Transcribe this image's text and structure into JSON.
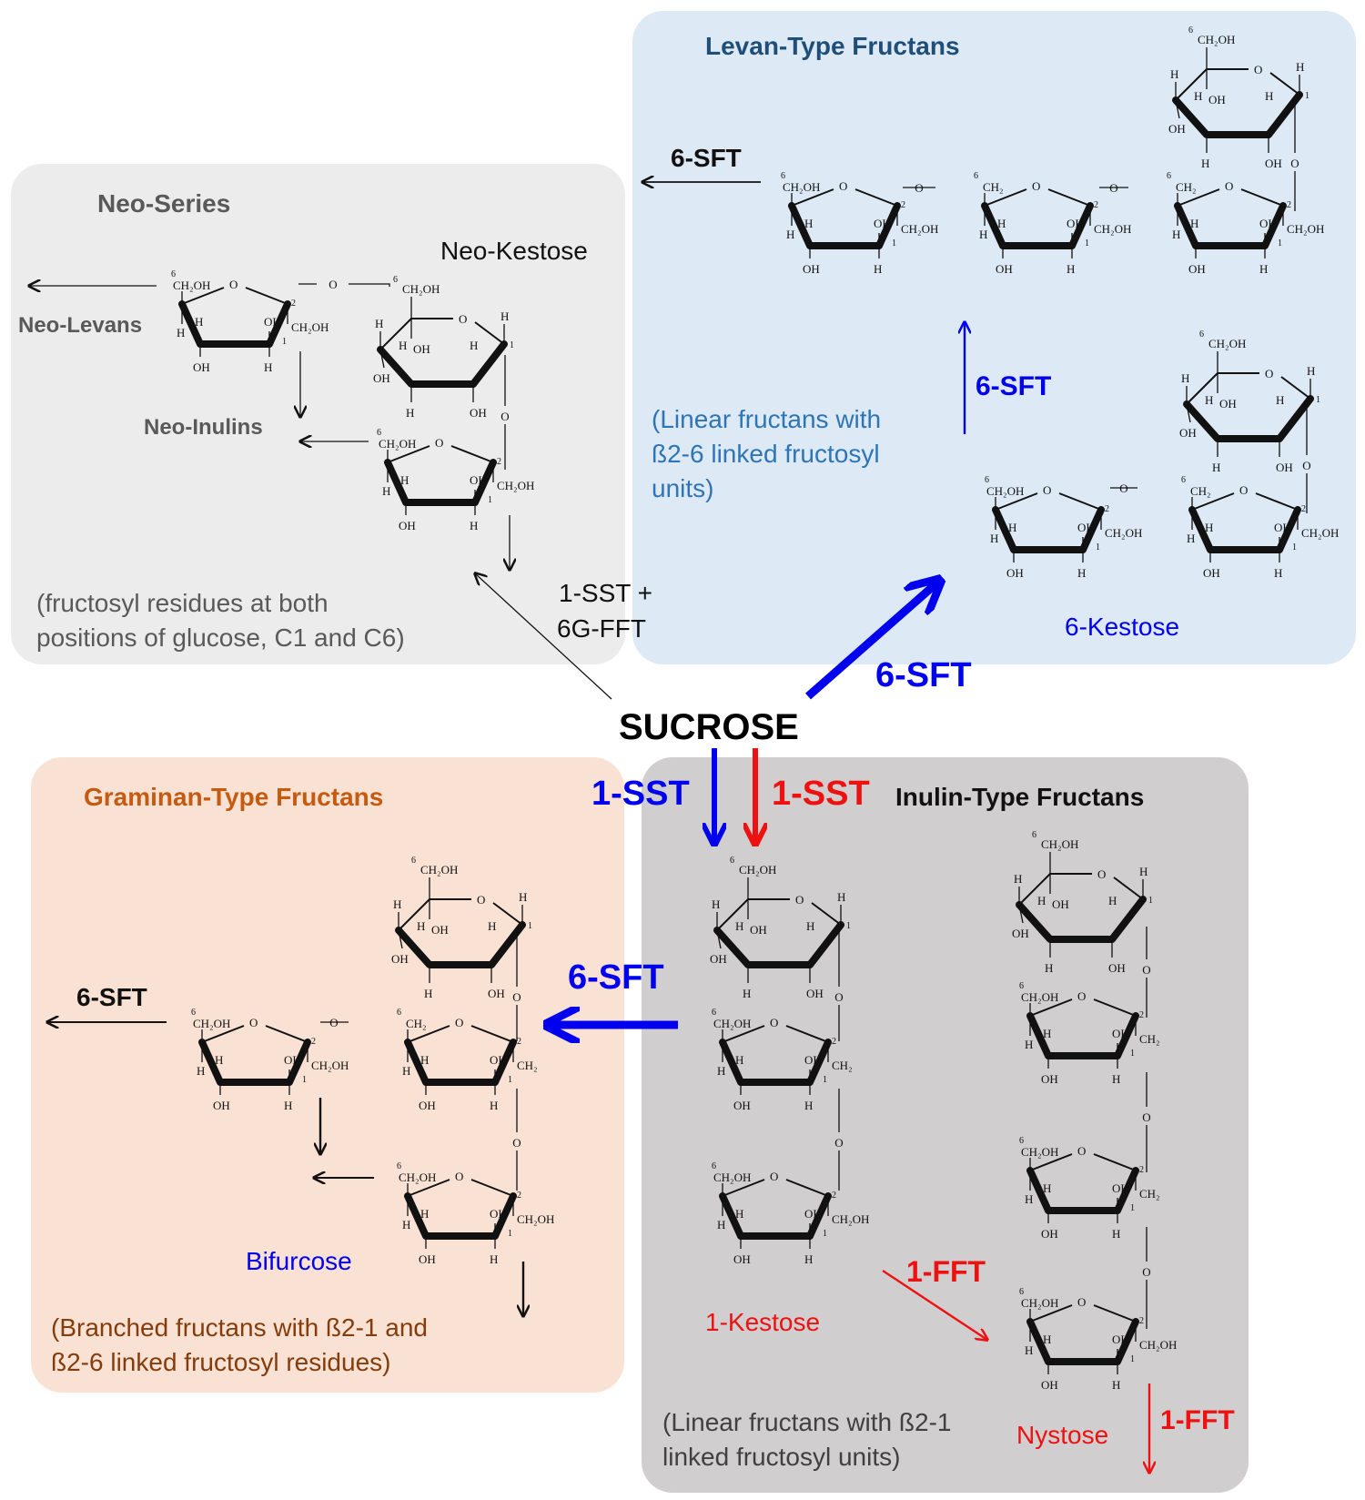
{
  "colors": {
    "levan_bg": "#dde9f5",
    "neo_bg": "#ececec",
    "graminan_bg": "#f9e2d4",
    "inulin_bg": "#d0cecf",
    "blue": "#0000ee",
    "red": "#ee1111",
    "levan_title": "#1f4e79",
    "graminan_title": "#c55a11",
    "levan_desc": "#2e75b6",
    "graminan_desc": "#843c0c",
    "neo_title": "#595959"
  },
  "center": {
    "label": "SUCROSE"
  },
  "levan": {
    "title": "Levan-Type Fructans",
    "description": "(Linear fructans with ß2-6 linked fructosyl units)",
    "desc_lines": [
      "(Linear fructans with",
      "ß2-6 linked fructosyl",
      "units)"
    ],
    "kestose_label": "6-Kestose"
  },
  "neo": {
    "title": "Neo-Series",
    "kestose_label": "Neo-Kestose",
    "levans_label": "Neo-Levans",
    "inulins_label": "Neo-Inulins",
    "description": "(fructosyl residues at both positions of glucose, C1 and C6)",
    "desc_lines": [
      "(fructosyl residues at both",
      "positions of glucose, C1 and C6)"
    ],
    "enzyme_lines": [
      "1-SST +",
      "6G-FFT"
    ]
  },
  "graminan": {
    "title": "Graminan-Type Fructans",
    "bifurcose_label": "Bifurcose",
    "description": "(Branched fructans with ß2-1 and ß2-6 linked fructosyl residues)",
    "desc_lines": [
      "(Branched fructans with ß2-1 and",
      "ß2-6 linked fructosyl residues)"
    ]
  },
  "inulin": {
    "title": "Inulin-Type Fructans",
    "kestose_label": "1-Kestose",
    "nystose_label": "Nystose",
    "description": "(Linear fructans with ß2-1 linked fructosyl units)",
    "desc_lines": [
      "(Linear fructans with ß2-1",
      "linked fructosyl units)"
    ]
  },
  "enzymes": {
    "sft_main": "6-SFT",
    "sft_levan_out": "6-SFT",
    "sft_levan_up": "6-SFT",
    "sst_blue": "1-SST",
    "sst_red": "1-SST",
    "sft_graminan_in": "6-SFT",
    "sft_graminan_out": "6-SFT",
    "fft_nystose": "1-FFT",
    "fft_out": "1-FFT"
  },
  "chem": {
    "ch2oh": "CH₂OH",
    "ch2": "CH₂",
    "oh": "OH",
    "h": "H",
    "o": "O",
    "num1": "1",
    "num2": "2",
    "num6": "6"
  }
}
